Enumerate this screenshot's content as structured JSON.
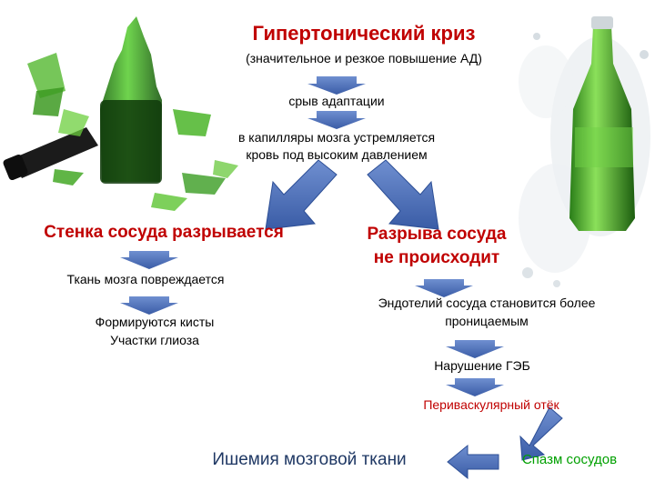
{
  "title": "Гипертонический криз",
  "subtitle": "(значительное и резкое повышение АД)",
  "steps": {
    "adaptation": "срыв адаптации",
    "capillaries_1": "в капилляры мозга устремляется",
    "capillaries_2": "кровь под высоким давлением"
  },
  "left_branch": {
    "heading": "Стенка сосуда разрывается",
    "step1": "Ткань мозга повреждается",
    "step2_1": "Формируются кисты",
    "step2_2": "Участки глиоза"
  },
  "right_branch": {
    "heading_1": "Разрыва сосуда",
    "heading_2": "не происходит",
    "step1_1": "Эндотелий сосуда становится более",
    "step1_2": "проницаемым",
    "step2": "Нарушение ГЭБ",
    "step3": "Периваскулярный отёк"
  },
  "outcome": {
    "spasm": "Спазм сосудов",
    "ischemia": "Ишемия мозговой ткани"
  },
  "colors": {
    "accent_red": "#c00000",
    "arrow_blue": "#4a6fb5",
    "spasm_green": "#00a000",
    "ischemia_navy": "#1f3864",
    "bottle_green": "#2f8a1e"
  }
}
